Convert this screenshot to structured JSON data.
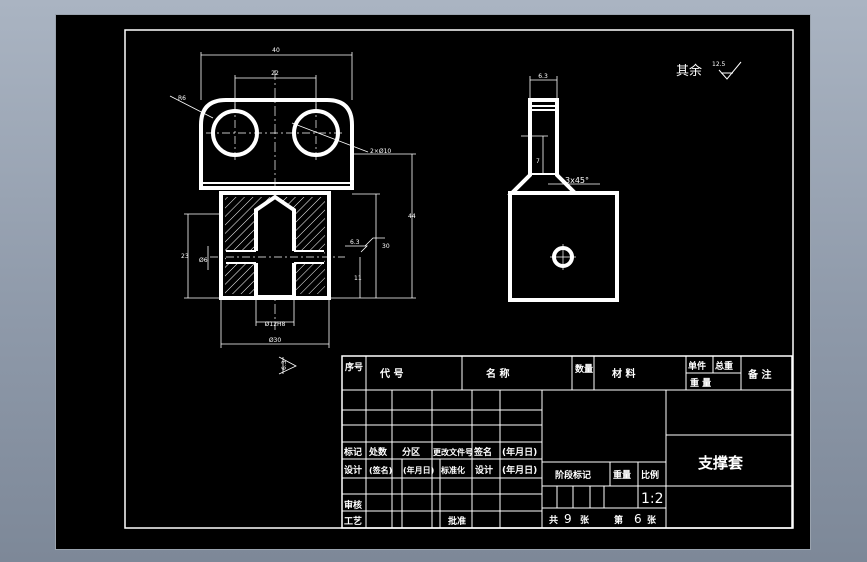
{
  "drawing": {
    "surface_note": "其余",
    "surface_note_value": "12.5",
    "dimensions": {
      "overall_width": "40",
      "hole_spacing": "22",
      "radius": "R6",
      "hole_dia": "2×Ø10",
      "height_total": "44",
      "step_height": "30",
      "slot_height": "11",
      "left_height": "23",
      "small_dia": "Ø6",
      "bore_dia": "Ø12H8",
      "outer_dia": "Ø30",
      "roughness_a": "6.3",
      "roughness_b": "6.3",
      "side_width": "6.3",
      "side_depth": "7",
      "chamfer": "3x45°"
    }
  },
  "title_block": {
    "parts_list_header": {
      "seq": "序号",
      "code": "代    号",
      "name": "名    称",
      "qty": "数量",
      "material": "材    料",
      "unit_weight": "单件",
      "total_weight": "总重",
      "weight": "重    量",
      "remarks": "备 注"
    },
    "rev_row": [
      "标记",
      "处数",
      "分区",
      "更改文件号",
      "签名",
      "(年月日)"
    ],
    "design_row": [
      "设计",
      "(签名)",
      "(年月日)",
      "标准化",
      "设计",
      "(年月日)"
    ],
    "stage_mark": "阶段标记",
    "weight_label": "重量",
    "scale_label": "比例",
    "scale_value": "1:2",
    "review": "审核",
    "process": "工艺",
    "approve": "批准",
    "sheets_total_label": "共",
    "sheets_total": "9",
    "sheet_word": "张",
    "sheet_no_label": "第",
    "sheet_no": "6",
    "sheet_word2": "张",
    "part_name": "支撑套"
  }
}
